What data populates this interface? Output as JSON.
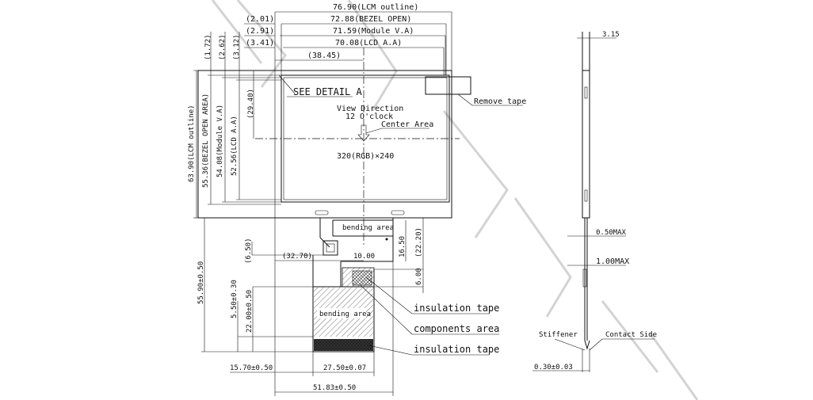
{
  "dims_top": {
    "lcm_outline": "76.90(LCM outline)",
    "bezel_open": "72.88(BEZEL OPEN)",
    "module_va": "71.59(Module V.A)",
    "lcd_aa": "70.08(LCD A.A)",
    "off_201": "(2.01)",
    "off_291": "(2.91)",
    "off_341": "(3.41)",
    "center_3845": "(38.45)"
  },
  "dims_left": {
    "lcm_outline": "63.90(LCM outline)",
    "bezel_open": "55.36(BEZEL OPEN AREA)",
    "module_va": "54.08(Module V.A)",
    "lcd_aa": "52.56(LCD A.A)",
    "off_172": "(1.72)",
    "off_262": "(2.62)",
    "off_312": "(3.12)",
    "center_2940": "(29.40)"
  },
  "labels": {
    "see_detail": "SEE DETAIL A",
    "view_direction_1": "View Direction",
    "view_direction_2": "12 O'clock",
    "center_area": "Center Area",
    "resolution": "320(RGB)×240",
    "remove_tape": "Remove tape",
    "bending_area_1": "bending area",
    "bending_area_2": "bending area",
    "insulation_tape_1": "insulation tape",
    "components_area": "components area",
    "insulation_tape_2": "insulation tape"
  },
  "dims_fpc": {
    "d_6_50": "(6.50)",
    "d_32_70": "(32.70)",
    "d_10_00": "10.00",
    "d_16_50": "16.50",
    "d_22_20": "(22.20)",
    "d_6_00": "6.00",
    "d_55_90": "55.90±0.50",
    "d_5_50": "5.50±0.30",
    "d_22_00": "22.00±0.50",
    "d_15_70": "15.70±0.50",
    "d_27_50": "27.50±0.07",
    "d_51_83": "51.83±0.50"
  },
  "side_view": {
    "thickness": "3.15",
    "d_050": "0.50MAX",
    "d_100": "1.00MAX",
    "stiffener": "Stiffener",
    "contact_side": "Contact Side",
    "d_030": "0.30±0.03"
  }
}
